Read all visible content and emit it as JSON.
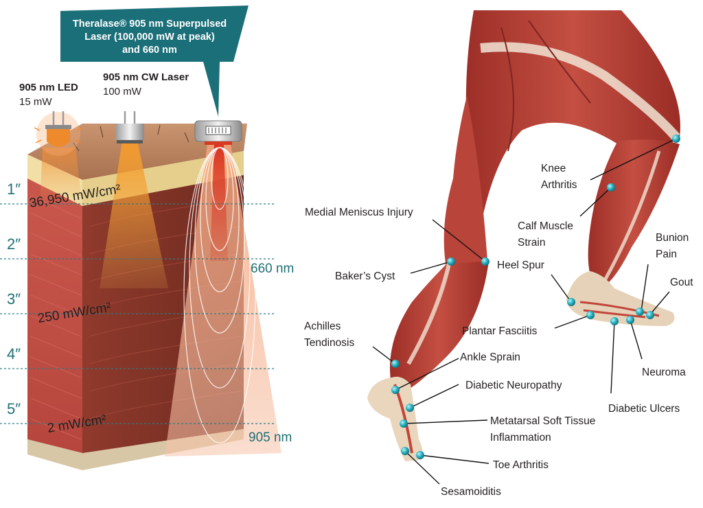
{
  "colors": {
    "callout": "#1b6f78",
    "teal_text": "#1f6f76",
    "dot": "#2ab4c4",
    "muscle": "#b8403a",
    "tendon": "#efe3cf"
  },
  "callout": {
    "lines": [
      "Theralase® 905 nm Superpulsed",
      "Laser (100,000 mW at peak)",
      "and 660 nm"
    ]
  },
  "devices": {
    "led": {
      "name": "905 nm LED",
      "power": "15 mW"
    },
    "cw": {
      "name": "905 nm CW Laser",
      "power": "100 mW"
    }
  },
  "depths": [
    "1″",
    "2″",
    "3″",
    "4″",
    "5″"
  ],
  "intensities": [
    "36,950 mW/cm²",
    "250 mW/cm²",
    "2 mW/cm²"
  ],
  "wavelengths": {
    "red": "660 nm",
    "ir": "905 nm"
  },
  "conditions": {
    "knee": [
      "Knee",
      "Arthritis"
    ],
    "calf": [
      "Calf Muscle",
      "Strain"
    ],
    "bunion": [
      "Bunion",
      "Pain"
    ],
    "gout": "Gout",
    "meniscus": "Medial Meniscus Injury",
    "bakers": "Baker’s Cyst",
    "heel_spur": "Heel Spur",
    "plantar": "Plantar Fasciitis",
    "achilles": [
      "Achilles",
      "Tendinosis"
    ],
    "ankle": "Ankle Sprain",
    "neuroma": "Neuroma",
    "neuropathy": "Diabetic Neuropathy",
    "ulcers": "Diabetic Ulcers",
    "metatarsal": [
      "Metatarsal Soft Tissue",
      "Inflammation"
    ],
    "toe": "Toe Arthritis",
    "sesamoid": "Sesamoiditis"
  }
}
